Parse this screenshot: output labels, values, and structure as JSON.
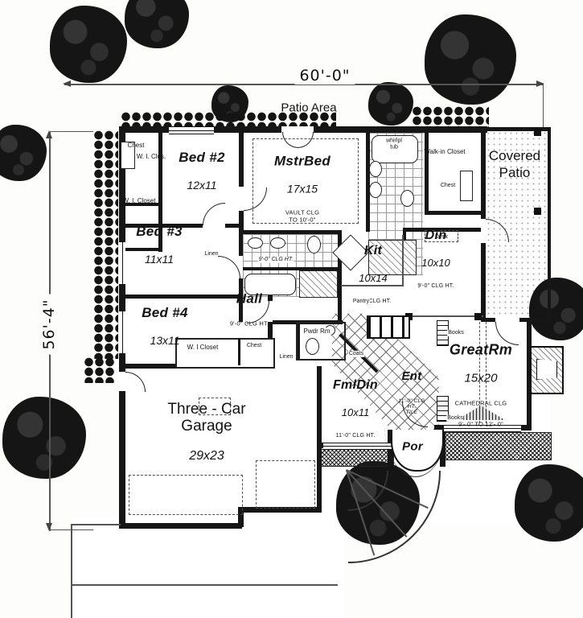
{
  "plan": {
    "dim_top": "60'-0\"",
    "dim_left": "56'-4\"",
    "patio_area": "Patio Area",
    "covered_patio": "Covered\nPatio",
    "por": "Por"
  },
  "rooms": {
    "bed2": {
      "name": "Bed #2",
      "size": "12x11"
    },
    "bed3": {
      "name": "Bed #3",
      "size": "11x11"
    },
    "bed4": {
      "name": "Bed #4",
      "size": "13x11"
    },
    "mstrbed": {
      "name": "MstrBed",
      "size": "17x15",
      "note": "VAULT CLG\nTO 10'-0\""
    },
    "hall": {
      "name": "Hall",
      "note": "9'-0\" CLG HT."
    },
    "kit": {
      "name": "Kit",
      "size": "10x14",
      "note": "9'-0\" CLG HT."
    },
    "din": {
      "name": "Din",
      "size": "10x10",
      "note": "9'-0\" CLG HT."
    },
    "greatrm": {
      "name": "GreatRm",
      "size": "15x20",
      "note": "CATHEDRAL CLG",
      "note2": "9'- 0\" TO 12'- 0\""
    },
    "fmldin": {
      "name": "FmlDin",
      "size": "10x11",
      "note": "11'-0\" CLG HT."
    },
    "ent": {
      "name": "Ent",
      "note": "11'-0\" CLG\nHT.\nTILE"
    },
    "garage": {
      "name": "Three - Car\nGarage",
      "size": "29x23"
    }
  },
  "small_labels": {
    "chest_tl": "Chest",
    "wi_clos": "W. I. Clos.",
    "wi_closet_left": "W. I. Closet",
    "linen_top": "Linen",
    "bath_note": "9'-0\" CLG HT.",
    "wi_closet_bed4": "W. I Closet",
    "chest_bed4": "Chest",
    "linen_hall": "Linen",
    "pwdr": "Pwdr Rm",
    "coats": "Coats",
    "whirlpool": "whirlpl\ntub",
    "walkin": "Walk-in Closet",
    "chest_walkin": "Chest",
    "desk": "Desk",
    "pantry": "Pantry",
    "books_top": "Books",
    "books_bottom": "Books"
  }
}
